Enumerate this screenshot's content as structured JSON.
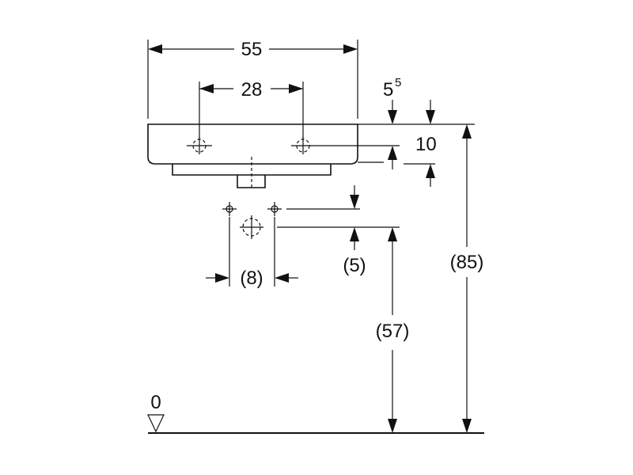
{
  "dimensions": {
    "overall_width": "55",
    "tap_hole_spacing": "28",
    "rim_offset_base": "5",
    "rim_offset_sup": "5",
    "rim_depth": "10",
    "waste_offset": "(5)",
    "waste_spacing": "(8)",
    "waste_height": "(57)",
    "overall_height": "(85)",
    "floor_level": "0"
  },
  "colors": {
    "ink": "#111111",
    "background": "#ffffff"
  }
}
